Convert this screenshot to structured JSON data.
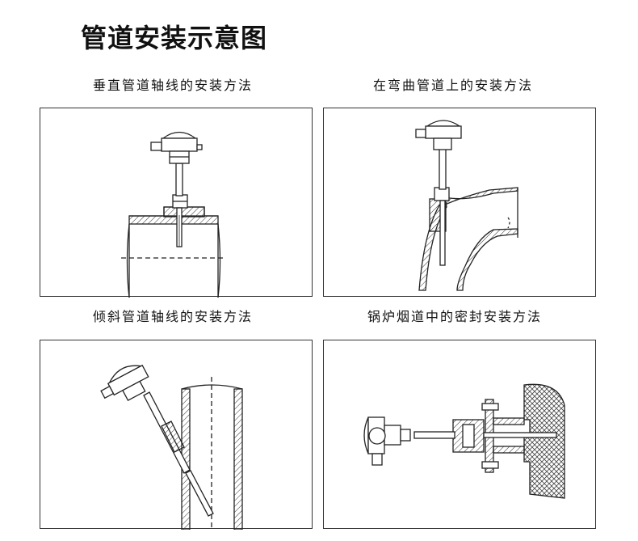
{
  "title": "管道安装示意图",
  "panels": [
    {
      "caption": "垂直管道轴线的安装方法"
    },
    {
      "caption": "在弯曲管道上的安装方法"
    },
    {
      "caption": "倾斜管道轴线的安装方法"
    },
    {
      "caption": "锅炉烟道中的密封安装方法"
    }
  ]
}
